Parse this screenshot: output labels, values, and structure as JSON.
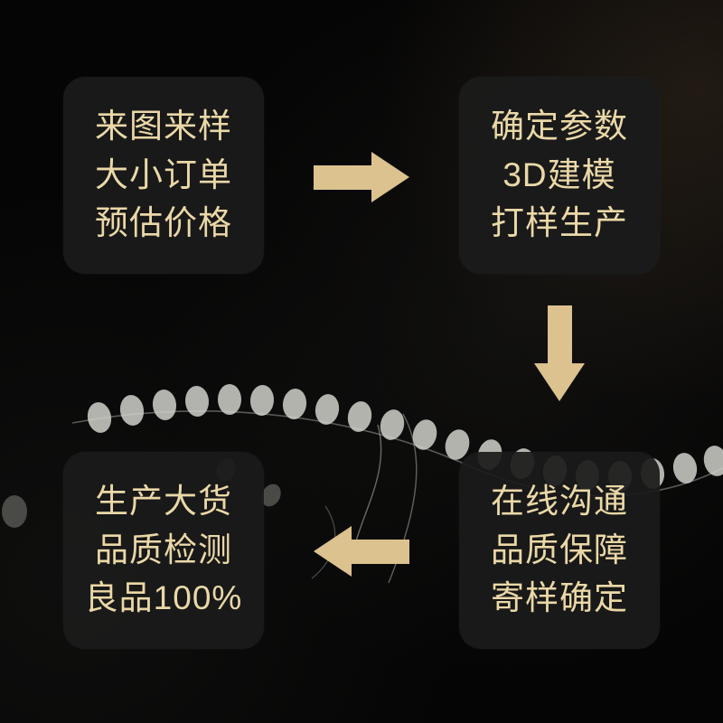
{
  "flow": {
    "boxes": [
      {
        "id": "box-1",
        "lines": [
          "来图来样",
          "大小订单",
          "预估价格"
        ]
      },
      {
        "id": "box-2",
        "lines": [
          "确定参数",
          "3D建模",
          "打样生产"
        ]
      },
      {
        "id": "box-3",
        "lines": [
          "在线沟通",
          "品质保障",
          "寄样确定"
        ]
      },
      {
        "id": "box-4",
        "lines": [
          "生产大货",
          "品质检测",
          "良品100%"
        ]
      }
    ],
    "arrows": [
      {
        "name": "arrow-right",
        "direction": "right"
      },
      {
        "name": "arrow-down",
        "direction": "down"
      },
      {
        "name": "arrow-left",
        "direction": "left"
      }
    ]
  },
  "colors": {
    "text": "#ead8a7",
    "arrow": "#dbc28e",
    "box_background": "#1b1b1b",
    "page_background": "#050505",
    "beads": "#d8d8d2"
  }
}
